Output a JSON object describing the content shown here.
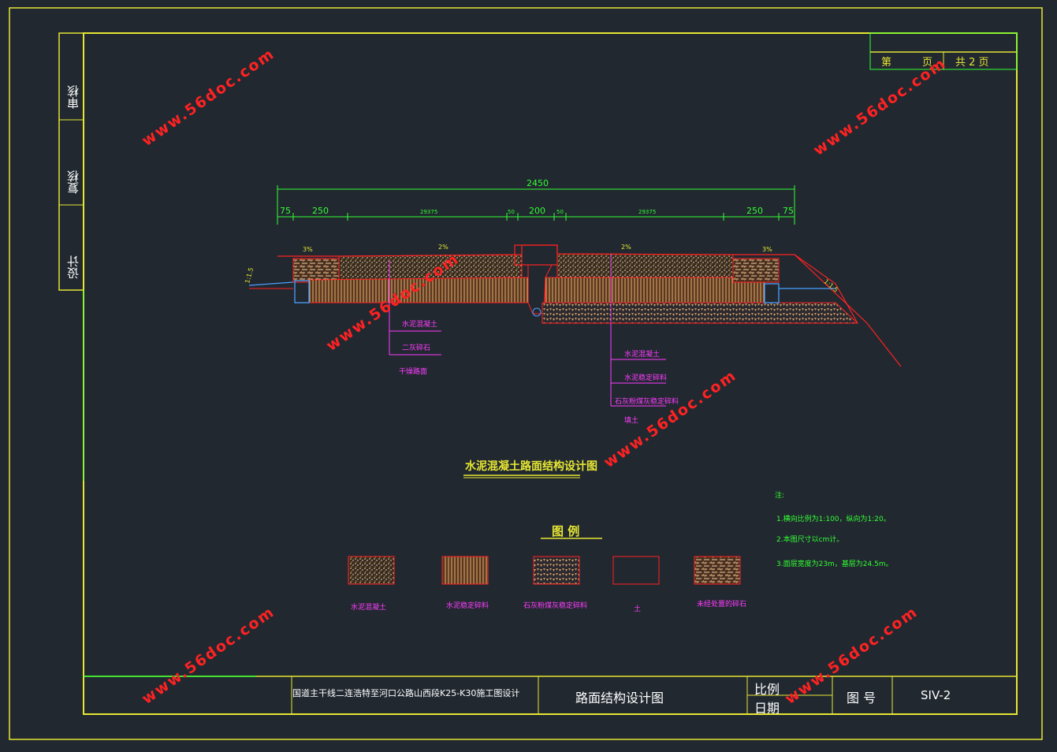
{
  "sheet": {
    "page_label_1": "第",
    "page_label_2": "页",
    "total_label": "共 2 页"
  },
  "side_block": [
    "审核",
    "复核",
    "设计"
  ],
  "dimensions": {
    "total": "2450",
    "left_75": "75",
    "left_250": "250",
    "left_mid": "29375",
    "left_50": "50",
    "center_200": "200",
    "right_50": "50",
    "right_mid": "29375",
    "right_250": "250",
    "right_75": "75"
  },
  "slopes": {
    "left": "1:1.5",
    "right": "1:1.5",
    "crown_left": "2%",
    "crown_right": "2%",
    "shoulder_left": "3%",
    "shoulder_right": "3%"
  },
  "callouts_left": [
    "水泥混凝土",
    "二灰碎石",
    "干燥路面"
  ],
  "callouts_right": [
    "水泥混凝土",
    "水泥稳定碎料",
    "石灰粉煤灰稳定碎料",
    "填土"
  ],
  "drawing_title": "水泥混凝土路面结构设计图",
  "legend": {
    "title": "图 例",
    "items": [
      {
        "label": "水泥混凝土",
        "pattern": "concrete"
      },
      {
        "label": "水泥稳定碎料",
        "pattern": "stabilized"
      },
      {
        "label": "石灰粉煤灰稳定碎料",
        "pattern": "lime-flyash"
      },
      {
        "label": "土",
        "pattern": "soil"
      },
      {
        "label": "未经处置的碎石",
        "pattern": "gravel"
      }
    ]
  },
  "notes": {
    "heading": "注:",
    "lines": [
      "1.横向比例为1:100，纵向为1:20。",
      "2.本图尺寸以cm计。",
      "3.面层宽度为23m，基层为24.5m。"
    ]
  },
  "title_block": {
    "project": "国道主干线二连浩特至河口公路山西段K25-K30施工图设计",
    "drawing_name": "路面结构设计图",
    "scale_label": "比例",
    "date_label": "日期",
    "figno_label": "图 号",
    "figno_value": "SIV-2"
  },
  "watermark": "www.56doc.com",
  "colors": {
    "background": "#212830",
    "frame": "#e6e632",
    "line": "#ff2222",
    "text_dim": "#33ff33",
    "callout": "#ff3cff"
  }
}
